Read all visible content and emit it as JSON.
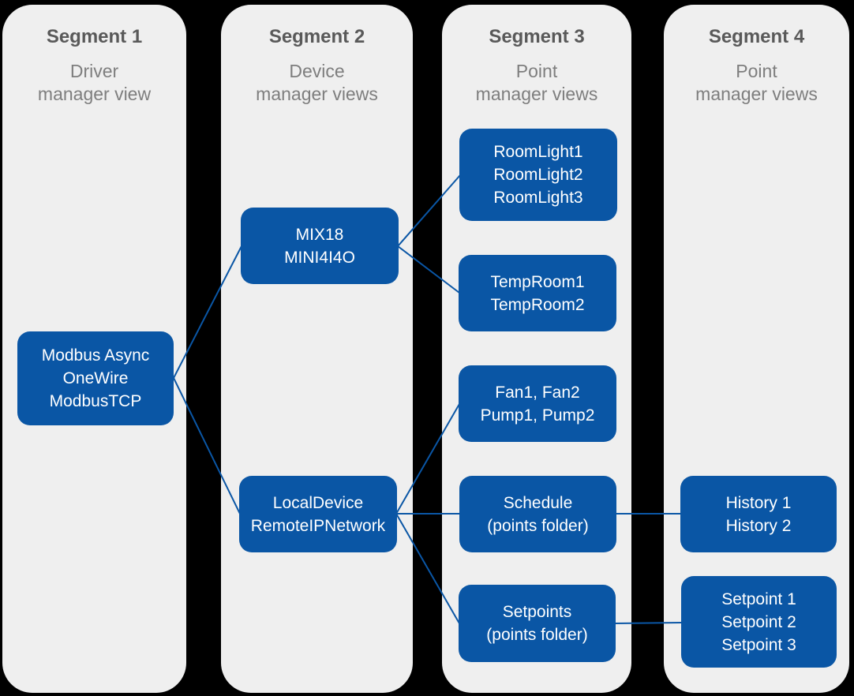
{
  "colors": {
    "background": "#000000",
    "segment_bg": "#efefef",
    "node_bg": "#0a56a5",
    "node_text": "#ffffff",
    "title_text": "#595959",
    "subtitle_text": "#7e7e7e",
    "connector": "#0a56a5"
  },
  "segments": [
    {
      "title": "Segment 1",
      "subtitle": "Driver\nmanager view"
    },
    {
      "title": "Segment 2",
      "subtitle": "Device\nmanager views"
    },
    {
      "title": "Segment 3",
      "subtitle": "Point\nmanager views"
    },
    {
      "title": "Segment 4",
      "subtitle": "Point\nmanager views"
    }
  ],
  "nodes": {
    "drivers": "Modbus Async\nOneWire\nModbusTCP",
    "devices_mix": "MIX18\nMINI4I4O",
    "devices_local": "LocalDevice\nRemoteIPNetwork",
    "points_roomlights": "RoomLight1\nRoomLight2\nRoomLight3",
    "points_temprooms": "TempRoom1\nTempRoom2",
    "points_fans_pumps": "Fan1, Fan2\nPump1, Pump2",
    "points_schedule": "Schedule\n(points folder)",
    "points_setpoints": "Setpoints\n(points folder)",
    "subpoints_histories": "History 1\nHistory 2",
    "subpoints_setpoints": "Setpoint 1\nSetpoint 2\nSetpoint 3"
  }
}
